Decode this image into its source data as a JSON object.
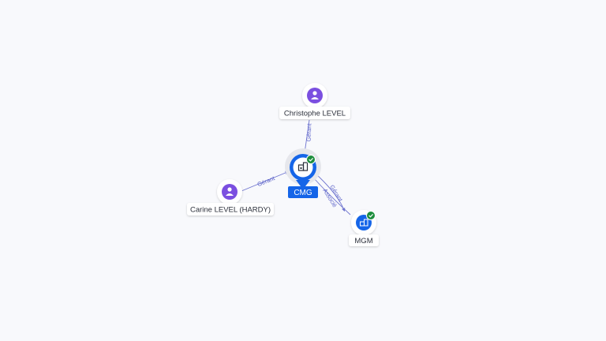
{
  "nodes": {
    "center": {
      "label": "CMG",
      "type": "company",
      "verified": true
    },
    "christophe": {
      "label": "Christophe LEVEL",
      "type": "person"
    },
    "carine": {
      "label": "Carine LEVEL (HARDY)",
      "type": "person"
    },
    "mgm": {
      "label": "MGM",
      "type": "company",
      "verified": true
    }
  },
  "edges": {
    "christophe_center": {
      "label": "Gérant"
    },
    "carine_center": {
      "label": "Gérant"
    },
    "center_mgm": {
      "label": "Gérant",
      "label2": "Associé"
    }
  },
  "colors": {
    "person": "#7b4fe0",
    "company": "#1565e8",
    "verified": "#1e8e3e",
    "edge": "#6f75cf",
    "edge_text": "#5b62c9"
  },
  "icons": {
    "person": "person-icon",
    "company": "building-icon",
    "verified": "check-badge-icon"
  }
}
